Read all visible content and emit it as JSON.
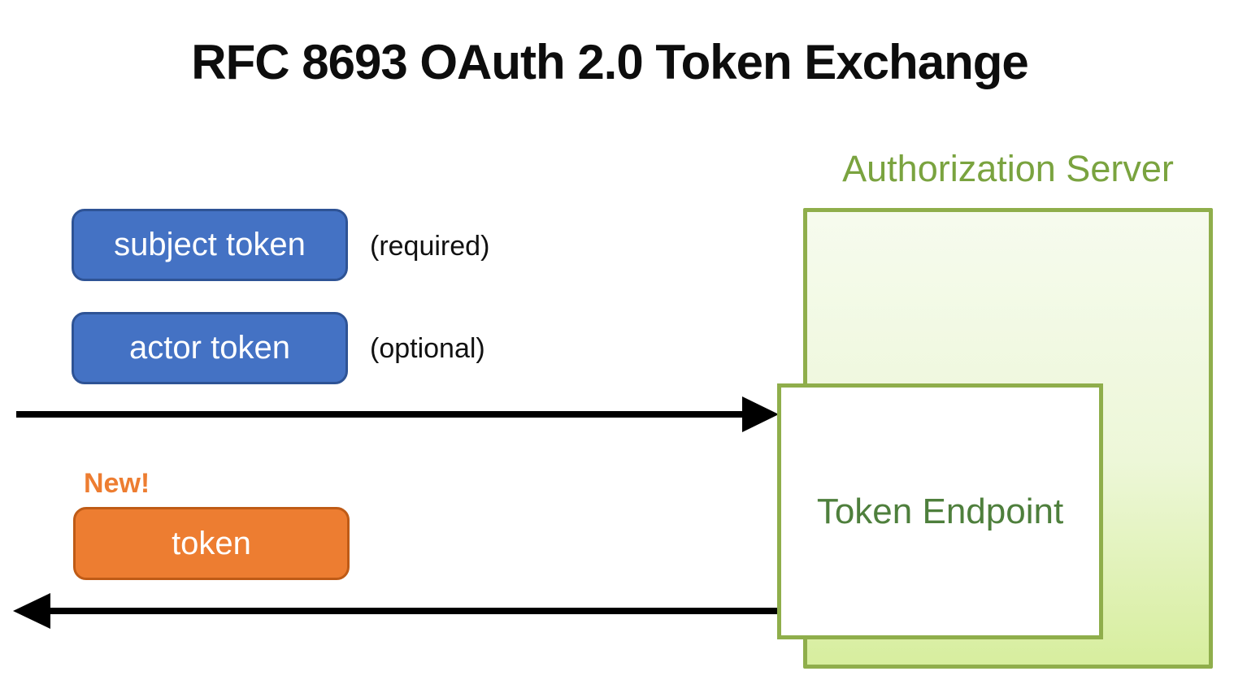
{
  "title": "RFC 8693 OAuth 2.0 Token Exchange",
  "authorization_server": {
    "label": "Authorization Server",
    "token_endpoint_label": "Token Endpoint"
  },
  "request": {
    "tokens": [
      {
        "label": "subject token",
        "qualifier": "(required)"
      },
      {
        "label": "actor token",
        "qualifier": "(optional)"
      }
    ]
  },
  "response": {
    "badge": "New!",
    "token_label": "token"
  },
  "colors": {
    "token_blue_fill": "#4472C4",
    "token_blue_border": "#2E5395",
    "token_orange_fill": "#ED7D31",
    "token_orange_border": "#BF5B16",
    "server_border_green": "#8FAE4B",
    "server_fill_top": "#F6FBEE",
    "server_fill_bottom": "#D7EE9E",
    "server_label_green": "#7AA33F",
    "endpoint_text_green": "#4E7F3C",
    "new_badge_orange": "#ED7D31",
    "arrow_black": "#000000",
    "title_black": "#0D0D0D"
  }
}
